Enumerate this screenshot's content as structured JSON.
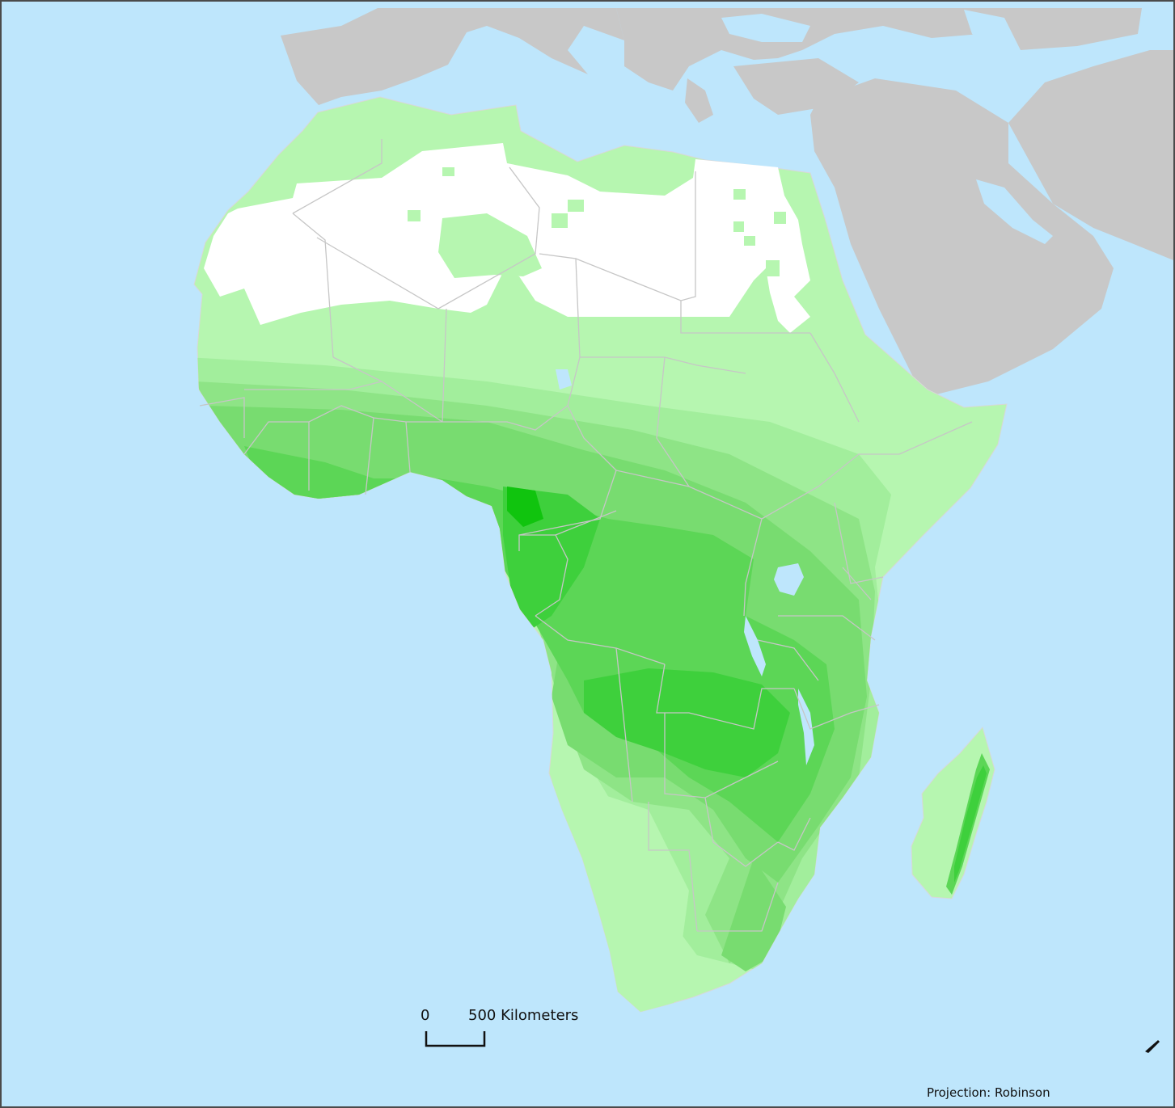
{
  "map": {
    "region": "Africa",
    "colors": {
      "ocean": "#bee6fc",
      "land_outside": "#c8c8c8",
      "no_data": "#ffffff",
      "border": "#c6c6c6",
      "frame": "#4b4b4b",
      "classes": [
        "#b6f6b0",
        "#a2ee9c",
        "#8ee486",
        "#78dc70",
        "#5cd656",
        "#3ed03c",
        "#10c40e"
      ]
    }
  },
  "scale_bar": {
    "zero_label": "0",
    "distance_label": "500 Kilometers"
  },
  "projection": {
    "label": "Projection: Robinson"
  }
}
